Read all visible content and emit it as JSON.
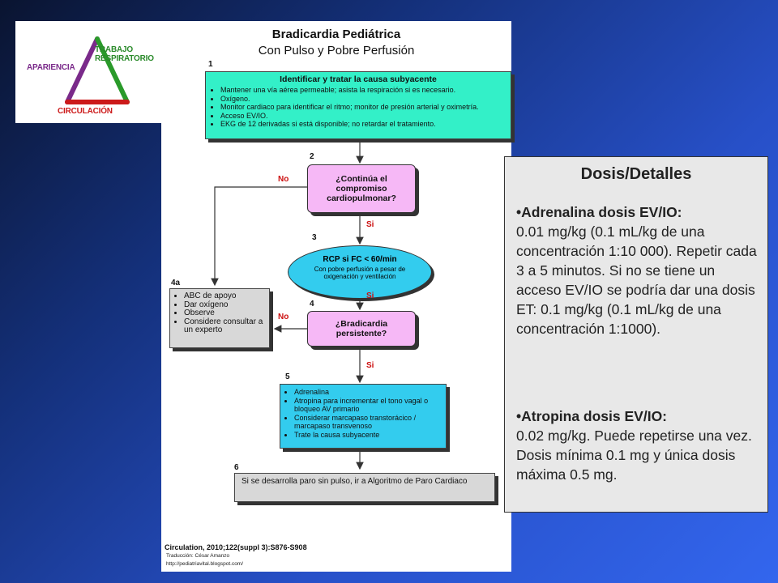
{
  "patient_triangle": {
    "apariencia": "APARIENCIA",
    "trabajo": "TRABAJO RESPIRATORIO",
    "circulacion": "CIRCULACIÓN"
  },
  "algorithm": {
    "title_line1": "Bradicardia Pediátrica",
    "title_line2": "Con Pulso y Pobre Perfusión",
    "step1": {
      "num": "1",
      "title": "Identificar y tratar la causa subyacente",
      "items": [
        "Mantener una vía aérea permeable; asista la respiración si es necesario.",
        "Oxígeno.",
        "Monitor cardiaco para identificar el ritmo; monitor de presión arterial y oximetría.",
        "Acceso EV/IO.",
        "EKG de 12 derivadas si está disponible; no retardar el tratamiento."
      ]
    },
    "step2": {
      "num": "2",
      "text": "¿Continúa el compromiso cardiopulmonar?"
    },
    "step3": {
      "num": "3",
      "title": "RCP si FC < 60/min",
      "sub": "Con pobre perfusión a pesar de oxigenación y ventilación"
    },
    "step4a": {
      "num": "4a",
      "items": [
        "ABC de apoyo",
        "Dar oxígeno",
        "Observe",
        "Considere consultar a un experto"
      ]
    },
    "step4": {
      "num": "4",
      "text": "¿Bradicardia persistente?"
    },
    "step5": {
      "num": "5",
      "items": [
        "Adrenalina",
        "Atropina para incrementar el tono vagal o bloqueo AV primario",
        "Considerar marcapaso transtorácico / marcapaso transvenoso",
        "Trate la causa subyacente"
      ]
    },
    "step6": {
      "num": "6",
      "text": "Si se desarrolla paro sin pulso, ir a Algoritmo de Paro Cardiaco"
    },
    "labels": {
      "no1": "No",
      "si1": "Si",
      "si2": "Si",
      "no2": "No",
      "si3": "Si"
    },
    "citation": "Circulation, 2010;122(suppl 3):S876-S908",
    "translation": "Traducción: César Amanzo",
    "blog": "http://pediatriavital.blogspot.com/"
  },
  "dosis": {
    "title": "Dosis/Detalles",
    "adrenalina_head": "•Adrenalina dosis EV/IO:",
    "adrenalina_body": "0.01 mg/kg (0.1 mL/kg de una concentración 1:10 000). Repetir cada 3 a 5 minutos. Si no se tiene un acceso EV/IO se podría dar una dosis ET: 0.1 mg/kg (0.1 mL/kg de una concentración 1:1000).",
    "atropina_head": "•Atropina dosis EV/IO:",
    "atropina_body": "0.02 mg/kg. Puede repetirse una vez. Dosis mínima 0.1 mg y única dosis máxima 0.5 mg."
  },
  "colors": {
    "background": "#2750c8",
    "step1_fill": "#33f0c8",
    "decision_fill": "#f6b8f6",
    "step3_fill": "#33ccee",
    "step4a_fill": "#d8d8d8",
    "step5_fill": "#33ccee",
    "step6_fill": "#d8d8d8",
    "yes_no_label": "#cc1010",
    "triangle_left": "#7a2a8a",
    "triangle_right": "#2a9a2a",
    "triangle_bottom": "#cc1a1a"
  }
}
